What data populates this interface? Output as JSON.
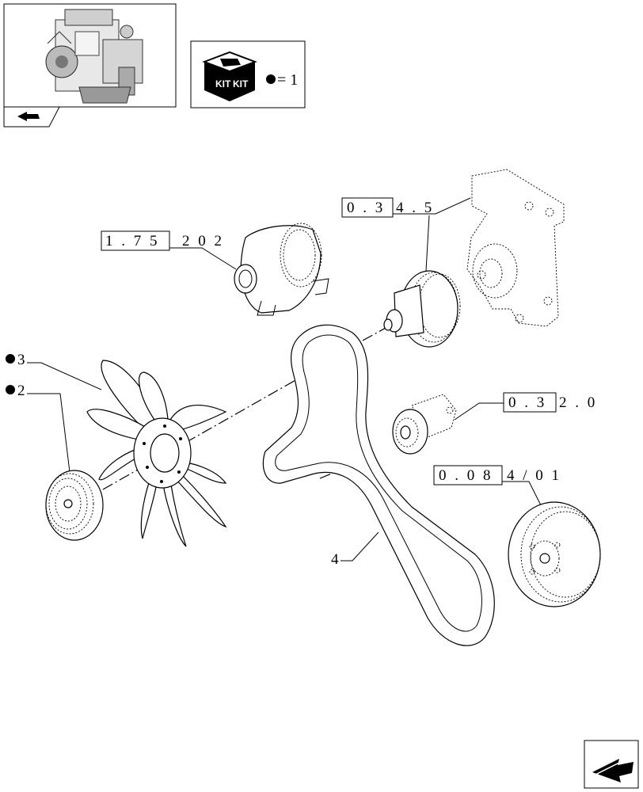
{
  "kit_legend": {
    "icon_text_left": "KIT",
    "icon_text_right": "KIT",
    "legend_value": "= 1"
  },
  "callouts": {
    "alternator": {
      "ref_boxed": "1 . 7 5",
      "ref_suffix": "2 0 2"
    },
    "water_pump": {
      "ref_boxed": "0 . 3",
      "ref_suffix": "4 . 5"
    },
    "tensioner": {
      "ref_boxed": "0 . 3",
      "ref_suffix": "2 . 0"
    },
    "crank_pulley": {
      "ref_boxed": "0 . 0 8",
      "ref_suffix": "4 / 0 1"
    }
  },
  "item_labels": {
    "fan": "3",
    "fan_pulley": "2",
    "belt": "4"
  },
  "icons": [
    "engine-thumbnail",
    "kit-box-icon",
    "previous-page-arrow-icon",
    "next-page-arrow-icon"
  ]
}
